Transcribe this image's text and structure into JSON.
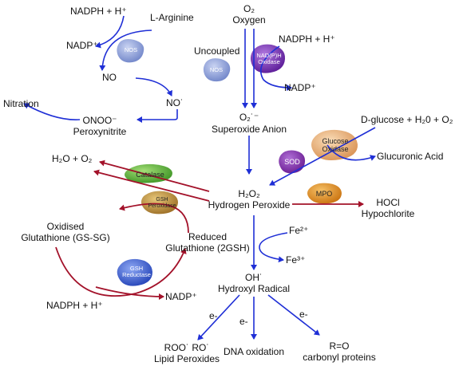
{
  "nodes": {
    "nadph_top": "NADPH + H⁺",
    "l_arginine": "L-Arginine",
    "nadp_top": "NADP⁺",
    "no": "NO",
    "no_radical": "NO˙",
    "nitration": "Nitration",
    "onoo": "ONOO⁻",
    "peroxynitrite": "Peroxynitrite",
    "o2_top": "O₂",
    "oxygen": "Oxygen",
    "uncoupled": "Uncoupled",
    "nadph_right": "NADPH + H⁺",
    "nadp_right": "NADP⁺",
    "superoxide_symbol": "O₂˙⁻",
    "superoxide_name": "Superoxide Anion",
    "glucose": "D-glucose + H₂0 + O₂",
    "glucuronic": "Glucuronic Acid",
    "h2o_o2": "H₂O + O₂",
    "h2o2_symbol": "H₂O₂",
    "h2o2_name": "Hydrogen Peroxide",
    "hocl": "HOCl",
    "hypochlorite": "Hypochlorite",
    "oxidised_1": "Oxidised",
    "oxidised_2": "Glutathione (GS-SG)",
    "reduced_1": "Reduced",
    "reduced_2": "Glutathione (2GSH)",
    "fe2": "Fe²⁺",
    "fe3": "Fe³⁺",
    "oh_symbol": "OH˙",
    "hydroxyl_name": "Hydroxyl Radical",
    "nadph_bottom": "NADPH + H⁺",
    "nadp_bottom": "NADP⁺",
    "e1": "e-",
    "e2": "e-",
    "e3": "e-",
    "roo": "ROO˙ RO˙",
    "lipid": "Lipid Peroxides",
    "dna": "DNA oxidation",
    "ro": "R=O",
    "carbonyl": "carbonyl proteins"
  },
  "enzymes": {
    "nos1": "NOS",
    "nos2": "NOS",
    "nadph_oxidase": "NAD(P)H Oxidase",
    "sod": "SOD",
    "glucose_oxidase": "Glucose Oxidase",
    "catalase": "Catalase",
    "gsh_peroxidase": "GSH Peroxidase",
    "mpo": "MPO",
    "gsh_reductase": "GSH Reductase"
  },
  "colors": {
    "blue_arrow": "#1f2fd6",
    "red_arrow": "#a3122a",
    "nos": "#8c9fd6",
    "nadph_oxidase": "#7a2fb8",
    "sod": "#8a2fb0",
    "glucose_oxidase": "#e8b07a",
    "catalase": "#5fb83a",
    "gsh_peroxidase": "#c79a3a",
    "mpo": "#e0901e",
    "gsh_reductase": "#3f62d8"
  }
}
